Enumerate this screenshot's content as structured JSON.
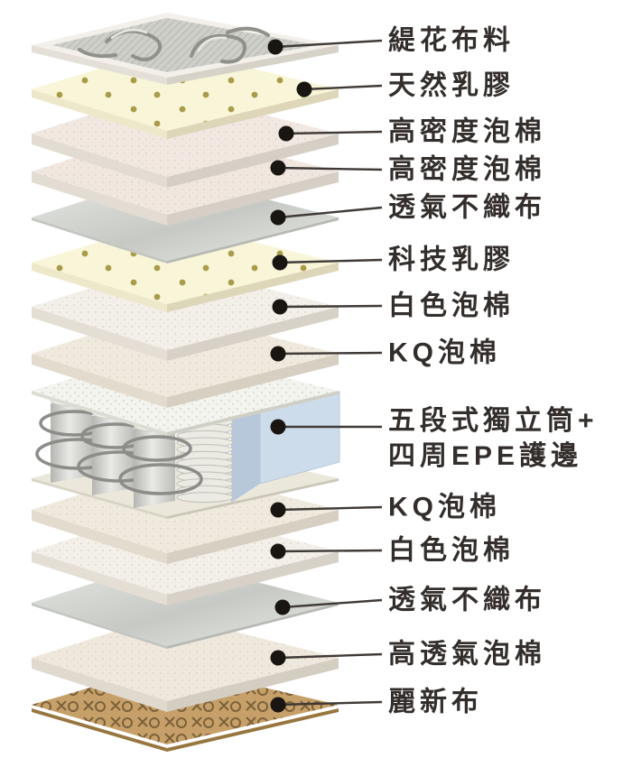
{
  "diagram": {
    "title": "mattress-layer-exploded-view",
    "layers": [
      {
        "label": "緹花布料",
        "name": "jacquard-fabric"
      },
      {
        "label": "天然乳膠",
        "name": "natural-latex"
      },
      {
        "label": "高密度泡棉",
        "name": "high-density-foam"
      },
      {
        "label": "高密度泡棉",
        "name": "high-density-foam-2"
      },
      {
        "label": "透氣不織布",
        "name": "breathable-nonwoven"
      },
      {
        "label": "科技乳膠",
        "name": "tech-latex"
      },
      {
        "label": "白色泡棉",
        "name": "white-foam"
      },
      {
        "label": "KQ泡棉",
        "name": "kq-foam"
      },
      {
        "label": "五段式獨立筒+\n四周EPE護邊",
        "name": "five-zone-pocket-springs-epe-edge"
      },
      {
        "label": "KQ泡棉",
        "name": "kq-foam-2"
      },
      {
        "label": "白色泡棉",
        "name": "white-foam-2"
      },
      {
        "label": "透氣不織布",
        "name": "breathable-nonwoven-2"
      },
      {
        "label": "高透氣泡棉",
        "name": "high-breathability-foam"
      },
      {
        "label": "麗新布",
        "name": "lixin-fabric"
      }
    ],
    "colors": {
      "label_text": "#332e2b",
      "leader_line": "#3f3a36",
      "callout_dot": "#191511",
      "foam_pink_top": "#f1e8e2",
      "foam_white_top": "#f3efe9",
      "foam_cream_top": "#f0eade",
      "latex_top": "#f9f5d8",
      "latex_pinhole": "#a89c4b",
      "nonwoven_silver": "#cfd2cd",
      "jacquard_gray": "#cfcfca",
      "epe_blue_light": "#cddceb",
      "epe_blue_dark": "#b6c8da",
      "spring_gray": "#c6c6c2",
      "lixin_tan": "#c7a069",
      "lixin_print": "#6e5632"
    }
  }
}
